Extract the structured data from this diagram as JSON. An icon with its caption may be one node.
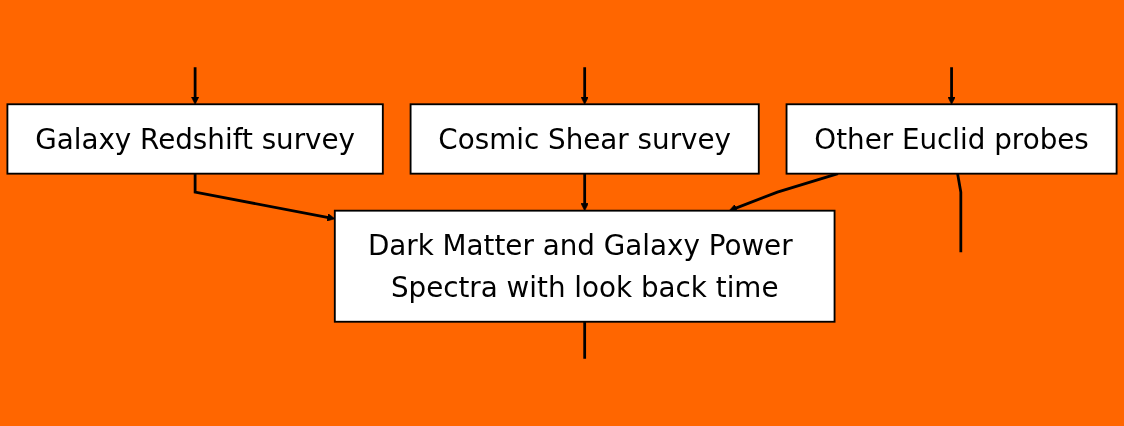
{
  "diagram": {
    "nodes": [
      {
        "text": [
          "Other Euclid probes"
        ]
      },
      {
        "text": [
          "Cosmic Shear survey"
        ]
      },
      {
        "text": [
          "Galaxy Redshift survey"
        ]
      },
      {
        "text": [
          "Dark Matter and Galaxy Power Spectra with look back time"
        ]
      }
    ],
    "edges": [
      {
        "from": null,
        "to": 0,
        "arrow": "to"
      },
      {
        "from": null,
        "to": 1,
        "arrow": "to"
      },
      {
        "from": null,
        "to": 2,
        "arrow": "to"
      },
      {
        "from": 0,
        "to": 3,
        "arrow": "to"
      },
      {
        "from": 1,
        "to": 3,
        "arrow": "to"
      },
      {
        "from": 2,
        "to": 3,
        "arrow": "to"
      },
      {
        "from": 0,
        "to": null,
        "arrow": "none"
      },
      {
        "from": 3,
        "to": null,
        "arrow": "none"
      }
    ]
  }
}
